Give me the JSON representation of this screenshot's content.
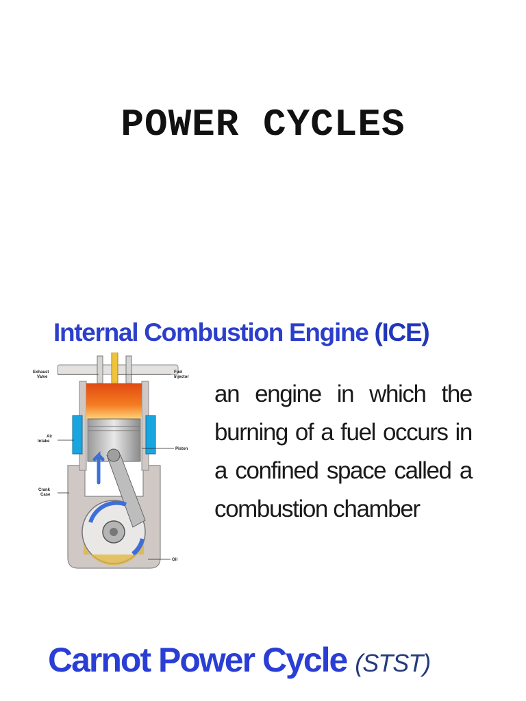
{
  "page": {
    "title": "POWER CYCLES"
  },
  "slide": {
    "heading": "Internal Combustion Engine",
    "heading_abbr": "(ICE)",
    "definition": "an engine in which the burning of a fuel occurs in a confined space called a combustion chamber",
    "diagram_labels": {
      "exhaust_valve": [
        "Exhaust",
        "Valve"
      ],
      "fuel_injector": [
        "Fuel",
        "Injector"
      ],
      "air_intake": [
        "Air",
        "Intake"
      ],
      "piston": "Piston",
      "crank_case": [
        "Crank",
        "Case"
      ],
      "oil": "Oil"
    }
  },
  "bottom": {
    "heading": "Carnot Power Cycle",
    "heading_abbr": "(STST)"
  },
  "colors": {
    "heading_blue": "#2c3fcc",
    "flame_orange": "#f06a1c",
    "port_cyan": "#19a6e0",
    "oil_yellow": "#e0b43a"
  }
}
